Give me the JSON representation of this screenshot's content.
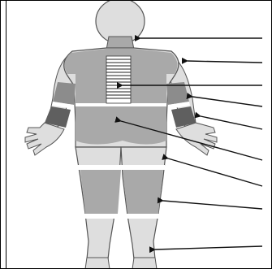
{
  "figure": {
    "subject": "body-back-view-with-callout-arrows",
    "colors": {
      "skin": "#dedede",
      "band_mid": "#a9a9a9",
      "band_dark": "#8c8c8c",
      "band_darker": "#5f5f5f",
      "stripe_white": "#ffffff",
      "outline": "#555555",
      "arrow": "#111111"
    },
    "regions": [
      "head",
      "neck",
      "upper-back",
      "spine-column",
      "upper-arm",
      "elbow-band",
      "forearm",
      "hand",
      "lower-back",
      "buttocks",
      "thigh",
      "knee-band",
      "lower-leg",
      "foot"
    ],
    "callout_count": 9
  }
}
